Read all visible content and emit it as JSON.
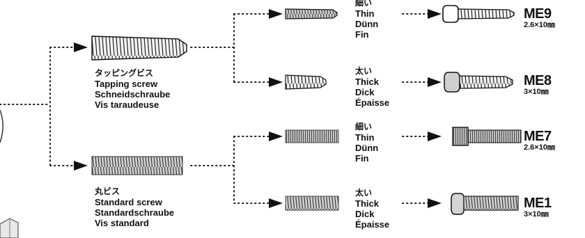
{
  "tapping": {
    "jp": "タッピングビス",
    "en": "Tapping screw",
    "de": "Schneidschraube",
    "fr": "Vis taraudeuse"
  },
  "standard": {
    "jp": "丸ビス",
    "en": "Standard screw",
    "de": "Standardschraube",
    "fr": "Vis standard"
  },
  "thin": {
    "jp": "細い",
    "en": "Thin",
    "de": "Dünn",
    "fr": "Fin"
  },
  "thick": {
    "jp": "太い",
    "en": "Thick",
    "de": "Dick",
    "fr": "Épaisse"
  },
  "results": [
    {
      "code": "ME9",
      "size": "2.6×10㎜"
    },
    {
      "code": "ME8",
      "size": "3×10㎜"
    },
    {
      "code": "ME7",
      "size": "2.6×10㎜"
    },
    {
      "code": "ME1",
      "size": "3×10㎜"
    }
  ]
}
